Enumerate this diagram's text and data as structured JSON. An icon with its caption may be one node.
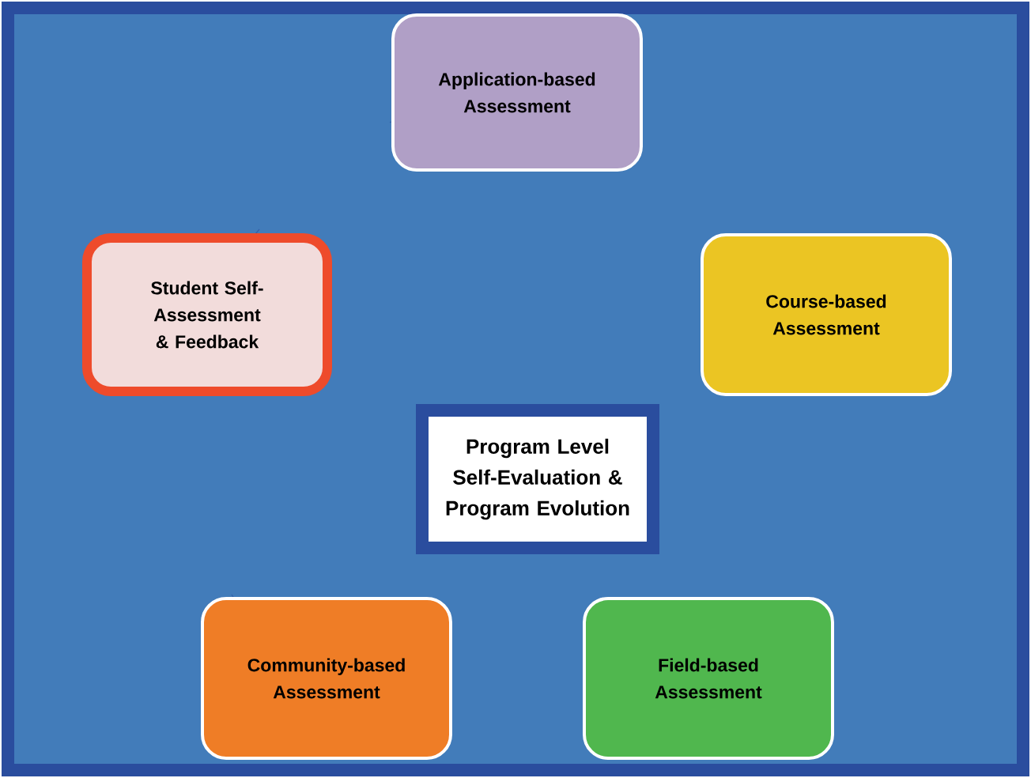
{
  "diagram": {
    "nodes": [
      {
        "text": [
          "Application-based Assessment"
        ]
      },
      {
        "text": [
          "Student Self-Assessment & Feedback"
        ]
      },
      {
        "text": [
          "Course-based Assessment"
        ]
      },
      {
        "text": [
          "Program Level Self-Evaluation & Program Evolution"
        ]
      },
      {
        "text": [
          "Community-based Assessment"
        ]
      },
      {
        "text": [
          "Field-based Assessment"
        ]
      }
    ]
  }
}
